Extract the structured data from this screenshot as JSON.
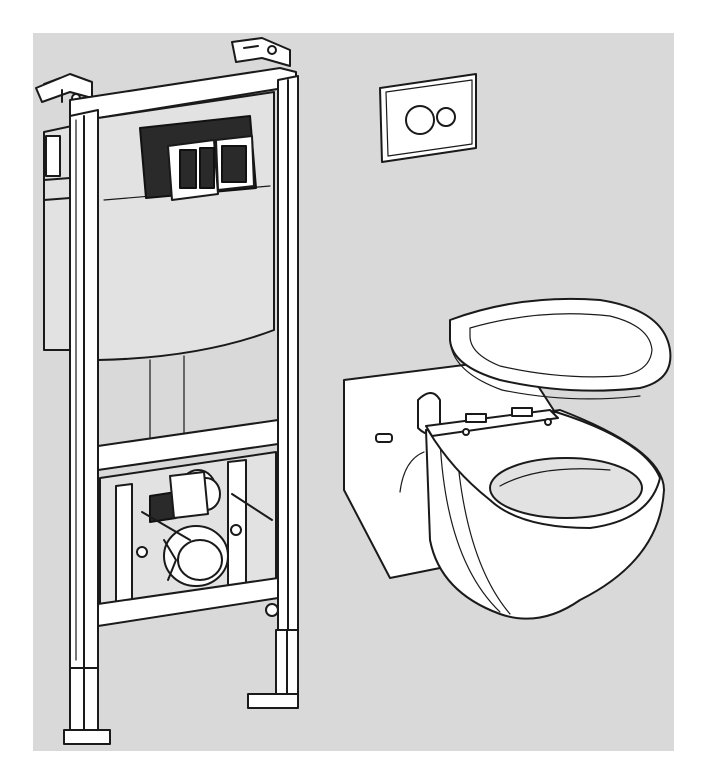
{
  "image": {
    "background_color": "#d9d9d9",
    "frame_color": "#ffffff",
    "line_color": "#1a1a1a"
  },
  "parts": [
    {
      "id": "installation-frame"
    },
    {
      "id": "flush-plate"
    },
    {
      "id": "wall-hung-toilet"
    }
  ]
}
